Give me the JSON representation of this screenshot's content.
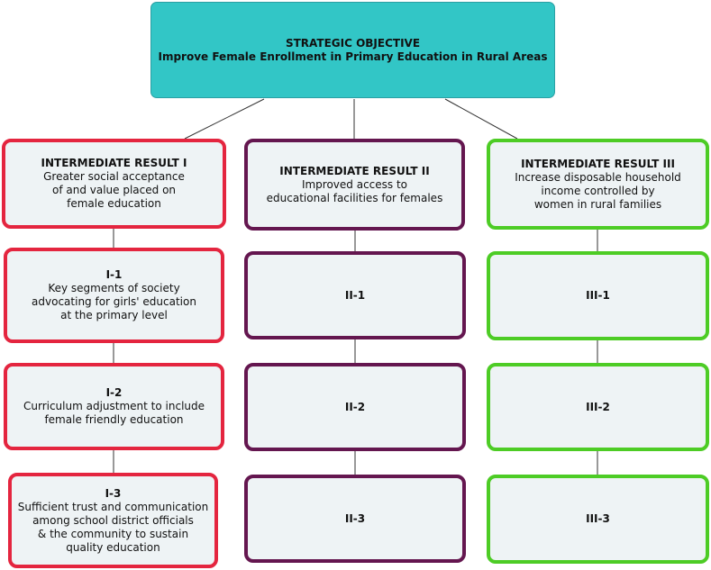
{
  "objective": {
    "title": "STRATEGIC OBJECTIVE",
    "text": "Improve Female Enrollment in Primary Education in Rural Areas"
  },
  "columns": [
    {
      "color": "#e4253f",
      "result": {
        "title": "INTERMEDIATE RESULT I",
        "lines": [
          "Greater social acceptance",
          "of and value placed on",
          "female education"
        ]
      },
      "items": [
        {
          "title": "I-1",
          "lines": [
            "Key segments of society",
            "advocating for girls' education",
            "at the primary level"
          ]
        },
        {
          "title": "I-2",
          "lines": [
            "Curriculum adjustment to include",
            "female friendly education"
          ]
        },
        {
          "title": "I-3",
          "lines": [
            "Sufficient trust and communication",
            "among school district officials",
            "& the community to sustain",
            "quality education"
          ]
        }
      ]
    },
    {
      "color": "#64164f",
      "result": {
        "title": "INTERMEDIATE RESULT II",
        "lines": [
          "Improved access to",
          "educational facilities for females"
        ]
      },
      "items": [
        {
          "title": "II-1"
        },
        {
          "title": "II-2"
        },
        {
          "title": "II-3"
        }
      ]
    },
    {
      "color": "#4dcc25",
      "result": {
        "title": "INTERMEDIATE RESULT III",
        "lines": [
          "Increase disposable household",
          "income controlled by",
          "women in rural families"
        ]
      },
      "items": [
        {
          "title": "III-1"
        },
        {
          "title": "III-2"
        },
        {
          "title": "III-3"
        }
      ]
    }
  ]
}
